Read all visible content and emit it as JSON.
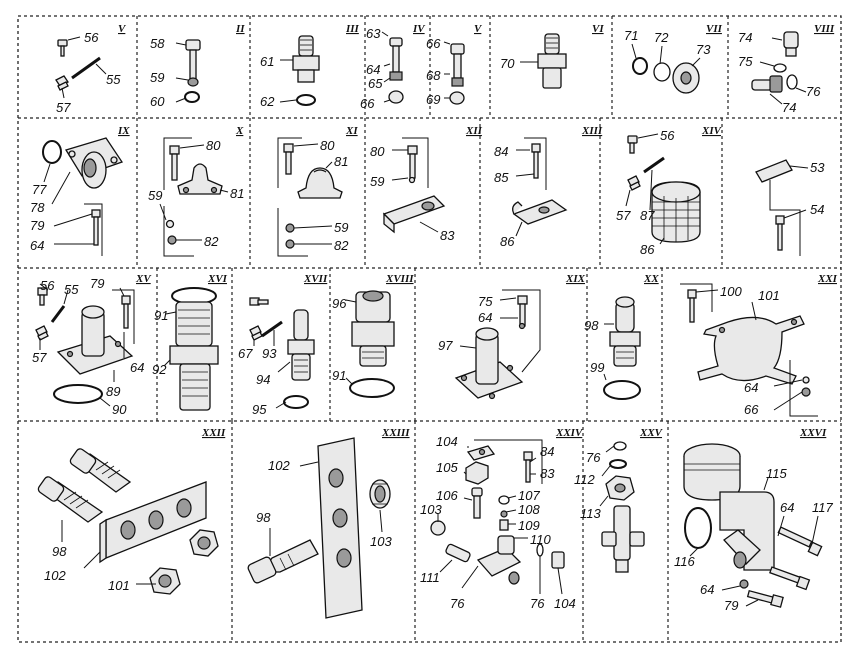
{
  "sections": [
    {
      "id": "V-a",
      "roman": "V",
      "callouts": [
        "56",
        "55",
        "57"
      ]
    },
    {
      "id": "II",
      "roman": "II",
      "callouts": [
        "58",
        "59",
        "60"
      ]
    },
    {
      "id": "III",
      "roman": "III",
      "callouts": [
        "61",
        "62"
      ]
    },
    {
      "id": "IV",
      "roman": "IV",
      "callouts": [
        "63",
        "64",
        "65",
        "66"
      ]
    },
    {
      "id": "V-b",
      "roman": "V",
      "callouts": [
        "66",
        "68",
        "69"
      ]
    },
    {
      "id": "VI",
      "roman": "VI",
      "callouts": [
        "70"
      ]
    },
    {
      "id": "VII",
      "roman": "VII",
      "callouts": [
        "71",
        "72",
        "73"
      ]
    },
    {
      "id": "VIII",
      "roman": "VIII",
      "callouts": [
        "74",
        "75",
        "76",
        "74"
      ]
    },
    {
      "id": "IX",
      "roman": "IX",
      "callouts": [
        "77",
        "78",
        "79",
        "64"
      ]
    },
    {
      "id": "X",
      "roman": "X",
      "callouts": [
        "80",
        "81",
        "59",
        "82"
      ]
    },
    {
      "id": "XI",
      "roman": "XI",
      "callouts": [
        "80",
        "81",
        "59",
        "82"
      ]
    },
    {
      "id": "XII",
      "roman": "XII",
      "callouts": [
        "80",
        "59",
        "83"
      ]
    },
    {
      "id": "XIII",
      "roman": "XIII",
      "callouts": [
        "84",
        "85",
        "86"
      ]
    },
    {
      "id": "XIV",
      "roman": "XIV",
      "callouts": [
        "56",
        "57",
        "87",
        "86"
      ]
    },
    {
      "id": "XIV-b",
      "roman": "",
      "callouts": [
        "53",
        "54"
      ]
    },
    {
      "id": "XV",
      "roman": "XV",
      "callouts": [
        "56",
        "55",
        "79",
        "57",
        "64",
        "89",
        "90"
      ]
    },
    {
      "id": "XVI",
      "roman": "XVI",
      "callouts": [
        "91",
        "92"
      ]
    },
    {
      "id": "XVII",
      "roman": "XVII",
      "callouts": [
        "67",
        "93",
        "94",
        "95"
      ]
    },
    {
      "id": "XVIII",
      "roman": "XVIII",
      "callouts": [
        "96",
        "91"
      ]
    },
    {
      "id": "XIX",
      "roman": "XIX",
      "callouts": [
        "75",
        "64",
        "97"
      ]
    },
    {
      "id": "XX",
      "roman": "XX",
      "callouts": [
        "98",
        "99"
      ]
    },
    {
      "id": "XXI",
      "roman": "XXI",
      "callouts": [
        "100",
        "101",
        "64",
        "66"
      ]
    },
    {
      "id": "XXII",
      "roman": "XXII",
      "callouts": [
        "98",
        "102",
        "101"
      ]
    },
    {
      "id": "XXIII",
      "roman": "XXIII",
      "callouts": [
        "102",
        "98",
        "103"
      ]
    },
    {
      "id": "XXIV",
      "roman": "XXIV",
      "callouts": [
        "104",
        "84",
        "105",
        "83",
        "106",
        "107",
        "103",
        "108",
        "109",
        "110",
        "111",
        "76",
        "76",
        "104"
      ]
    },
    {
      "id": "XXV",
      "roman": "XXV",
      "callouts": [
        "76",
        "112",
        "113"
      ]
    },
    {
      "id": "XXVI",
      "roman": "XXVI",
      "callouts": [
        "115",
        "64",
        "117",
        "116",
        "64",
        "79"
      ]
    }
  ]
}
